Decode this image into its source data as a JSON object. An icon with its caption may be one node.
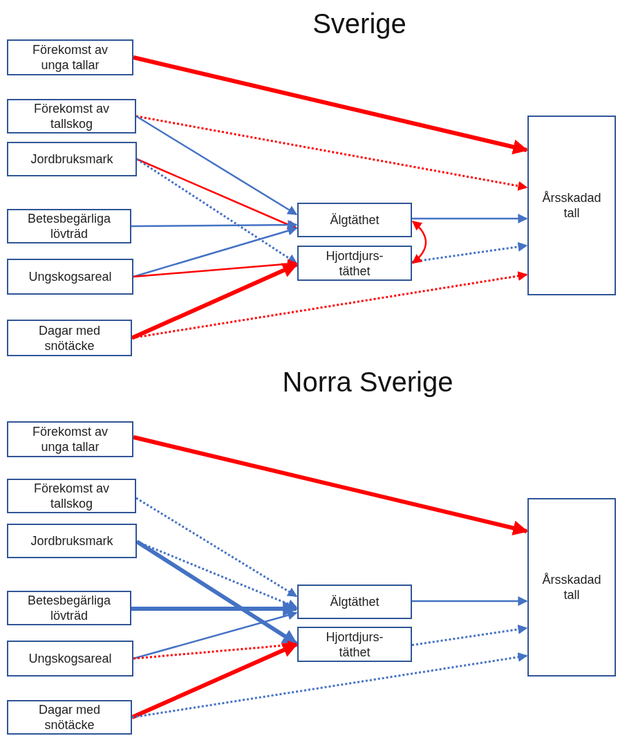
{
  "diagram": {
    "nodes": [
      {
        "text": [
          "Förekomst av unga tallar"
        ]
      },
      {
        "text": [
          "Förekomst av tallskog"
        ]
      },
      {
        "text": [
          "Jordbruksmark"
        ]
      },
      {
        "text": [
          "Betesbegärliga lövträd"
        ]
      },
      {
        "text": [
          "Ungskogsareal"
        ]
      },
      {
        "text": [
          "Dagar med snötäcke"
        ]
      },
      {
        "text": [
          "Älgtäthet"
        ]
      },
      {
        "text": [
          "Hjortdjurs-täthet"
        ]
      },
      {
        "text": [
          "Årsskadad tall"
        ]
      },
      {
        "text": [
          "Förekomst av unga tallar"
        ]
      },
      {
        "text": [
          "Förekomst av tallskog"
        ]
      },
      {
        "text": [
          "Jordbruksmark"
        ]
      },
      {
        "text": [
          "Betesbegärliga lövträd"
        ]
      },
      {
        "text": [
          "Ungskogsareal"
        ]
      },
      {
        "text": [
          "Dagar med snötäcke"
        ]
      },
      {
        "text": [
          "Älgtäthet"
        ]
      },
      {
        "text": [
          "Hjortdjurs-täthet"
        ]
      },
      {
        "text": [
          "Årsskadad tall"
        ]
      }
    ],
    "edges": [
      {
        "from": 0,
        "to": 8,
        "arrow": "to",
        "style": "thick",
        "color": "#ff0000"
      },
      {
        "from": 1,
        "to": 8,
        "arrow": "to",
        "style": "dashed",
        "color": "#ff0000"
      },
      {
        "from": 1,
        "to": 6,
        "arrow": "to"
      },
      {
        "from": 2,
        "to": 6,
        "arrow": "to",
        "color": "#ff0000"
      },
      {
        "from": 2,
        "to": 7,
        "arrow": "to",
        "style": "dashed"
      },
      {
        "from": 3,
        "to": 6,
        "arrow": "to"
      },
      {
        "from": 4,
        "to": 6,
        "arrow": "to"
      },
      {
        "from": 4,
        "to": 7,
        "arrow": "to",
        "color": "#ff0000"
      },
      {
        "from": 5,
        "to": 7,
        "arrow": "to",
        "style": "thick",
        "color": "#ff0000"
      },
      {
        "from": 5,
        "to": 8,
        "arrow": "to",
        "style": "dashed",
        "color": "#ff0000"
      },
      {
        "from": 6,
        "to": 8,
        "arrow": "to"
      },
      {
        "from": 7,
        "to": 8,
        "arrow": "to",
        "style": "dashed"
      },
      {
        "from": 6,
        "to": 7,
        "arrow": "both",
        "color": "#ff0000"
      },
      {
        "from": 9,
        "to": 17,
        "arrow": "to",
        "style": "thick",
        "color": "#ff0000"
      },
      {
        "from": 10,
        "to": 15,
        "arrow": "to",
        "style": "dashed"
      },
      {
        "from": 11,
        "to": 15,
        "arrow": "to",
        "style": "dashed"
      },
      {
        "from": 11,
        "to": 16,
        "arrow": "to",
        "style": "thick"
      },
      {
        "from": 12,
        "to": 15,
        "arrow": "to",
        "style": "thick"
      },
      {
        "from": 13,
        "to": 15,
        "arrow": "to"
      },
      {
        "from": 13,
        "to": 16,
        "arrow": "to",
        "style": "dashed",
        "color": "#ff0000"
      },
      {
        "from": 14,
        "to": 16,
        "arrow": "to",
        "style": "thick",
        "color": "#ff0000"
      },
      {
        "from": 14,
        "to": 17,
        "arrow": "to",
        "style": "dashed"
      },
      {
        "from": 15,
        "to": 17,
        "arrow": "to"
      },
      {
        "from": 16,
        "to": 17,
        "arrow": "to",
        "style": "dashed"
      }
    ],
    "labels": [
      "Sverige",
      "Norra Sverige"
    ]
  }
}
